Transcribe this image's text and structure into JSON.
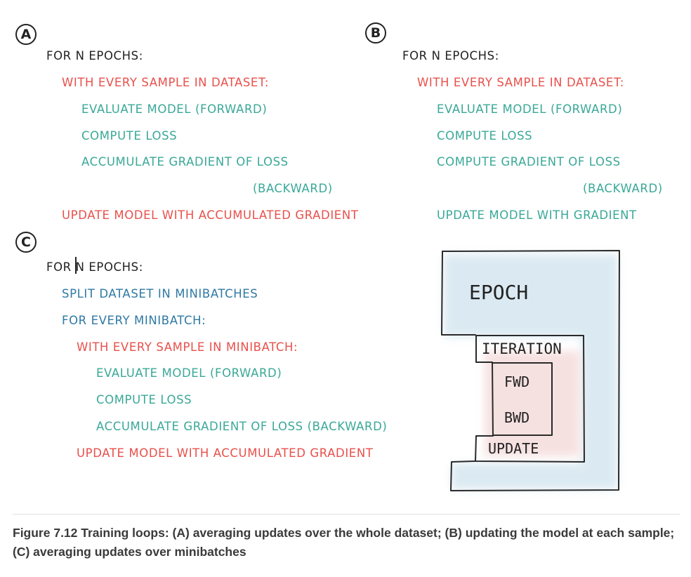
{
  "panels": {
    "a": {
      "badge": "A",
      "lines": [
        "FOR N EPOCHS:",
        "WITH EVERY SAMPLE IN DATASET:",
        "EVALUATE MODEL (FORWARD)",
        "COMPUTE LOSS",
        "ACCUMULATE GRADIENT OF LOSS",
        "(BACKWARD)",
        "UPDATE MODEL WITH ACCUMULATED GRADIENT"
      ]
    },
    "b": {
      "badge": "B",
      "lines": [
        "FOR N EPOCHS:",
        "WITH EVERY SAMPLE IN DATASET:",
        "EVALUATE MODEL (FORWARD)",
        "COMPUTE LOSS",
        "COMPUTE GRADIENT OF LOSS",
        "(BACKWARD)",
        "UPDATE MODEL WITH GRADIENT"
      ]
    },
    "c": {
      "badge": "C",
      "lines": [
        "FOR N EPOCHS:",
        "SPLIT DATASET IN MINIBATCHES",
        "FOR EVERY MINIBATCH:",
        "WITH EVERY SAMPLE IN MINIBATCH:",
        "EVALUATE MODEL (FORWARD)",
        "COMPUTE LOSS",
        "ACCUMULATE GRADIENT OF LOSS (BACKWARD)",
        "UPDATE MODEL WITH ACCUMULATED GRADIENT"
      ]
    }
  },
  "diagram": {
    "epoch": "EPOCH",
    "iteration": "ITERATION",
    "fwd": "FWD",
    "bwd": "BWD",
    "update": "UPDATE"
  },
  "colors": {
    "black": "#222222",
    "red": "#e8504b",
    "teal": "#3aa898",
    "blue": "#2f79a3",
    "epoch_fill": "#dbeaf2",
    "iteration_fill": "#f6dede"
  },
  "caption": "Figure 7.12 Training loops: (A) averaging updates over the whole dataset; (B) updating the model at each sample; (C) averaging updates over minibatches"
}
